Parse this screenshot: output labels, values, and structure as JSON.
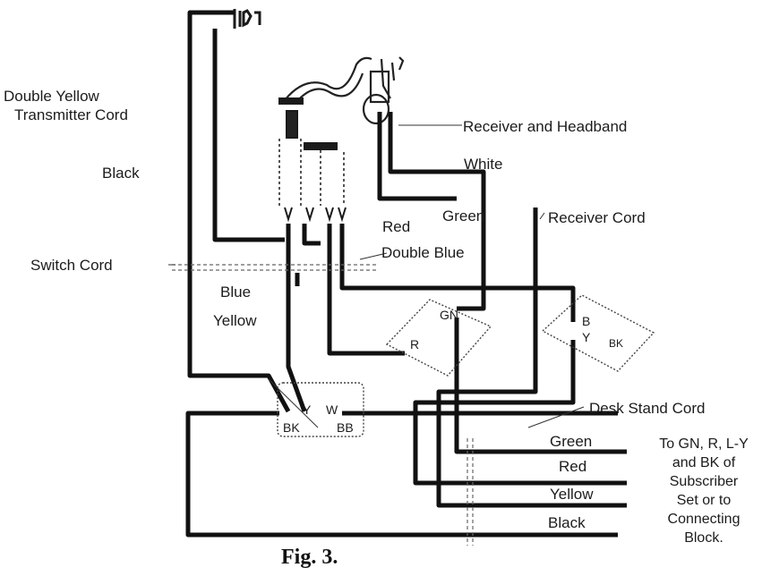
{
  "labels": {
    "double_yellow": "Double Yellow",
    "transmitter_cord": "Transmitter Cord",
    "black_left": "Black",
    "switch_cord": "Switch Cord",
    "blue": "Blue",
    "yellow_left": "Yellow",
    "receiver_headband": "Receiver and Headband",
    "white": "White",
    "green_top": "Green",
    "receiver_cord": "Receiver Cord",
    "red_top": "Red",
    "double_blue": "Double Blue",
    "desk_stand_cord": "Desk Stand Cord",
    "green_out": "Green",
    "red_out": "Red",
    "yellow_out": "Yellow",
    "black_out": "Black",
    "to_block": [
      "To GN, R, L-Y",
      "and BK of",
      "Subscriber",
      "Set or to",
      "Connecting",
      "Block."
    ]
  },
  "terminals": {
    "r": "R",
    "gn": "GN",
    "b": "B",
    "y": "Y",
    "bk": "BK",
    "w": "W",
    "bb": "BB",
    "right_y": "Y",
    "right_b": "B",
    "right_bk": "BK"
  },
  "caption": "Fig. 3."
}
